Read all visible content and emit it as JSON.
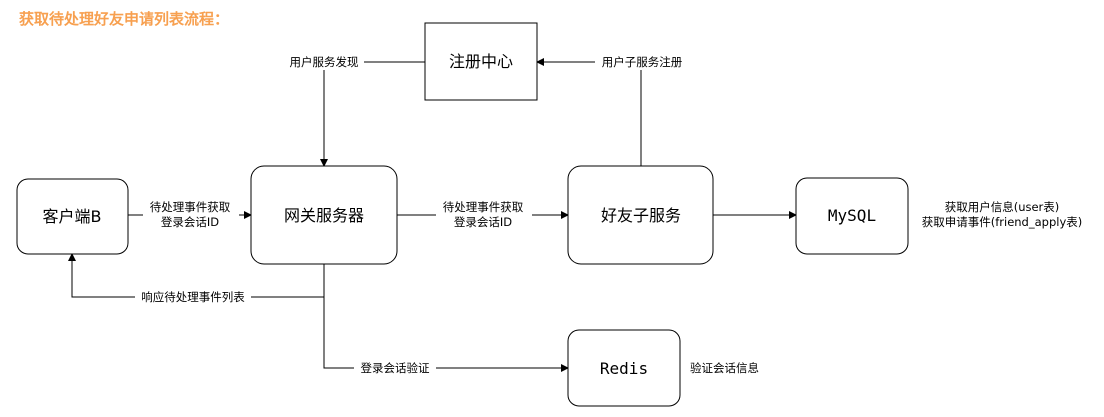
{
  "title": "获取待处理好友申请列表流程：",
  "nodes": {
    "registry": "注册中心",
    "client": "客户端B",
    "gateway": "网关服务器",
    "friend_service": "好友子服务",
    "mysql": "MySQL",
    "redis": "Redis"
  },
  "edges": {
    "service_discovery": "用户服务发现",
    "service_register": "用户子服务注册",
    "client_to_gateway_line1": "待处理事件获取",
    "client_to_gateway_line2": "登录会话ID",
    "gateway_to_friend_line1": "待处理事件获取",
    "gateway_to_friend_line2": "登录会话ID",
    "response": "响应待处理事件列表",
    "session_verify": "登录会话验证"
  },
  "notes": {
    "mysql_line1": "获取用户信息(user表)",
    "mysql_line2": "获取申请事件(friend_apply表)",
    "redis": "验证会话信息"
  }
}
